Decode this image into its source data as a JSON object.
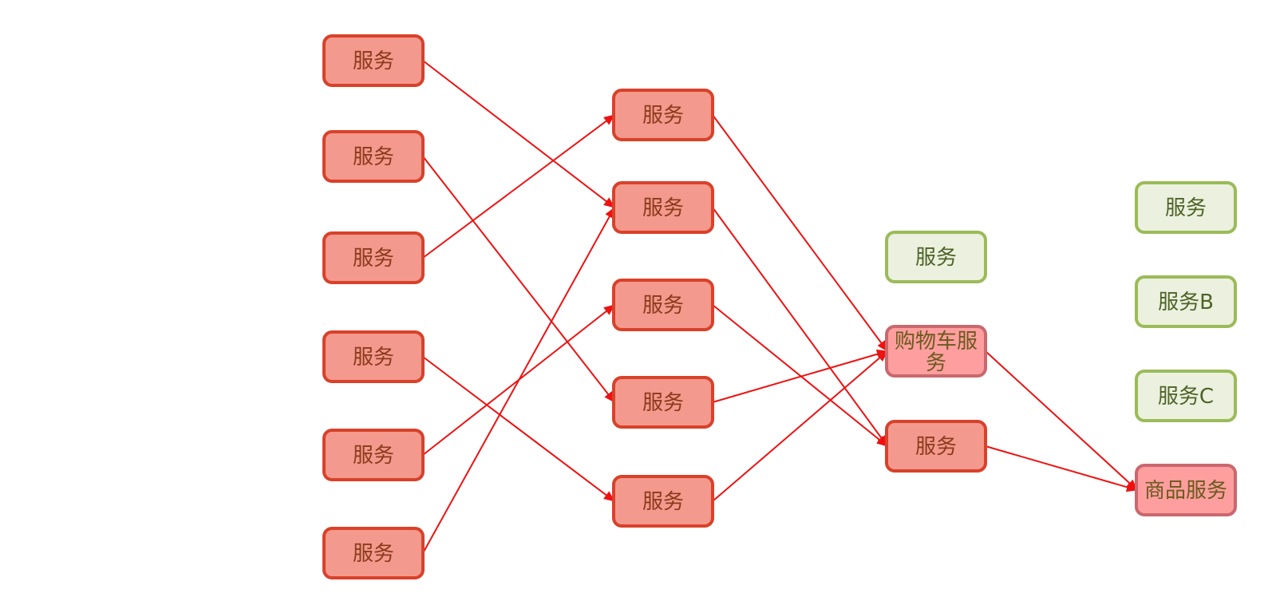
{
  "colors": {
    "failed_fill": "#f4998d",
    "failed_stroke": "#d9412a",
    "failed_text": "#8a3b1b",
    "ok_fill": "#ebf1de",
    "ok_stroke": "#9bbb59",
    "ok_text": "#4f6228",
    "hot_fill": "#ff9e9e",
    "hot_stroke": "#c9686e",
    "hot_text": "#6b5a1e",
    "arrow": "#ee1111"
  },
  "nodes": [
    {
      "id": "a1",
      "label": "服务",
      "state": "failed"
    },
    {
      "id": "a2",
      "label": "服务",
      "state": "failed"
    },
    {
      "id": "a3",
      "label": "服务",
      "state": "failed"
    },
    {
      "id": "a4",
      "label": "服务",
      "state": "failed"
    },
    {
      "id": "a5",
      "label": "服务",
      "state": "failed"
    },
    {
      "id": "a6",
      "label": "服务",
      "state": "failed"
    },
    {
      "id": "b1",
      "label": "服务",
      "state": "failed"
    },
    {
      "id": "b2",
      "label": "服务",
      "state": "failed"
    },
    {
      "id": "b3",
      "label": "服务",
      "state": "failed"
    },
    {
      "id": "b4",
      "label": "服务",
      "state": "failed"
    },
    {
      "id": "b5",
      "label": "服务",
      "state": "failed"
    },
    {
      "id": "c0",
      "label": "服务",
      "state": "ok"
    },
    {
      "id": "cart",
      "label": "购物车服务",
      "state": "hot"
    },
    {
      "id": "c2",
      "label": "服务",
      "state": "failed"
    },
    {
      "id": "d1",
      "label": "服务",
      "state": "ok"
    },
    {
      "id": "d2",
      "label": "服务B",
      "state": "ok"
    },
    {
      "id": "d3",
      "label": "服务C",
      "state": "ok"
    },
    {
      "id": "goods",
      "label": "商品服务",
      "state": "hot"
    }
  ],
  "edges": [
    {
      "from": "a1",
      "to": "b2"
    },
    {
      "from": "a2",
      "to": "b4"
    },
    {
      "from": "a3",
      "to": "b1"
    },
    {
      "from": "a4",
      "to": "b5"
    },
    {
      "from": "a5",
      "to": "b3"
    },
    {
      "from": "a6",
      "to": "b2"
    },
    {
      "from": "b1",
      "to": "cart"
    },
    {
      "from": "b2",
      "to": "c2"
    },
    {
      "from": "b3",
      "to": "c2"
    },
    {
      "from": "b4",
      "to": "cart"
    },
    {
      "from": "b5",
      "to": "cart"
    },
    {
      "from": "cart",
      "to": "goods"
    },
    {
      "from": "c2",
      "to": "goods"
    }
  ]
}
